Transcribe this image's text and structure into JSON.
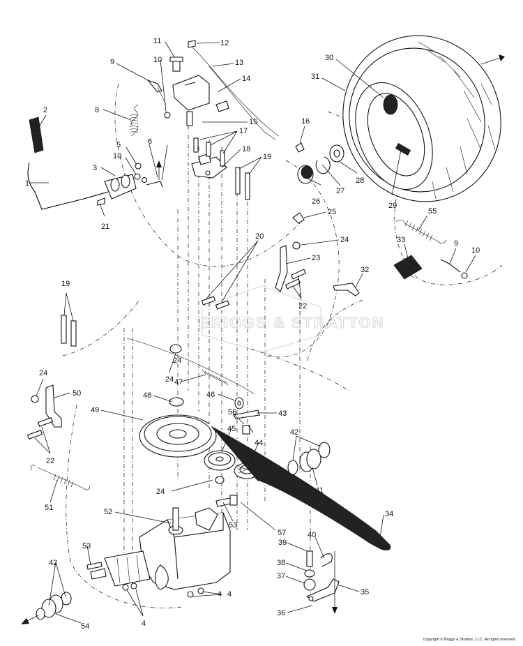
{
  "watermark": "BRIGGS & STRATTON",
  "copyright": "Copyright © Briggs & Stratton, LLC. All rights reserved.",
  "callouts": [
    "1",
    "2",
    "3",
    "4",
    "4",
    "4",
    "5",
    "6",
    "8",
    "9",
    "9",
    "10",
    "10",
    "10",
    "11",
    "12",
    "13",
    "14",
    "15",
    "16",
    "17",
    "18",
    "19",
    "19",
    "20",
    "21",
    "22",
    "22",
    "23",
    "24",
    "24",
    "24",
    "24",
    "24",
    "25",
    "26",
    "27",
    "28",
    "29",
    "30",
    "31",
    "32",
    "33",
    "34",
    "35",
    "36",
    "37",
    "38",
    "39",
    "40",
    "41",
    "42",
    "42",
    "43",
    "44",
    "45",
    "46",
    "47",
    "48",
    "49",
    "50",
    "51",
    "52",
    "53",
    "53",
    "54",
    "55",
    "56",
    "57"
  ]
}
